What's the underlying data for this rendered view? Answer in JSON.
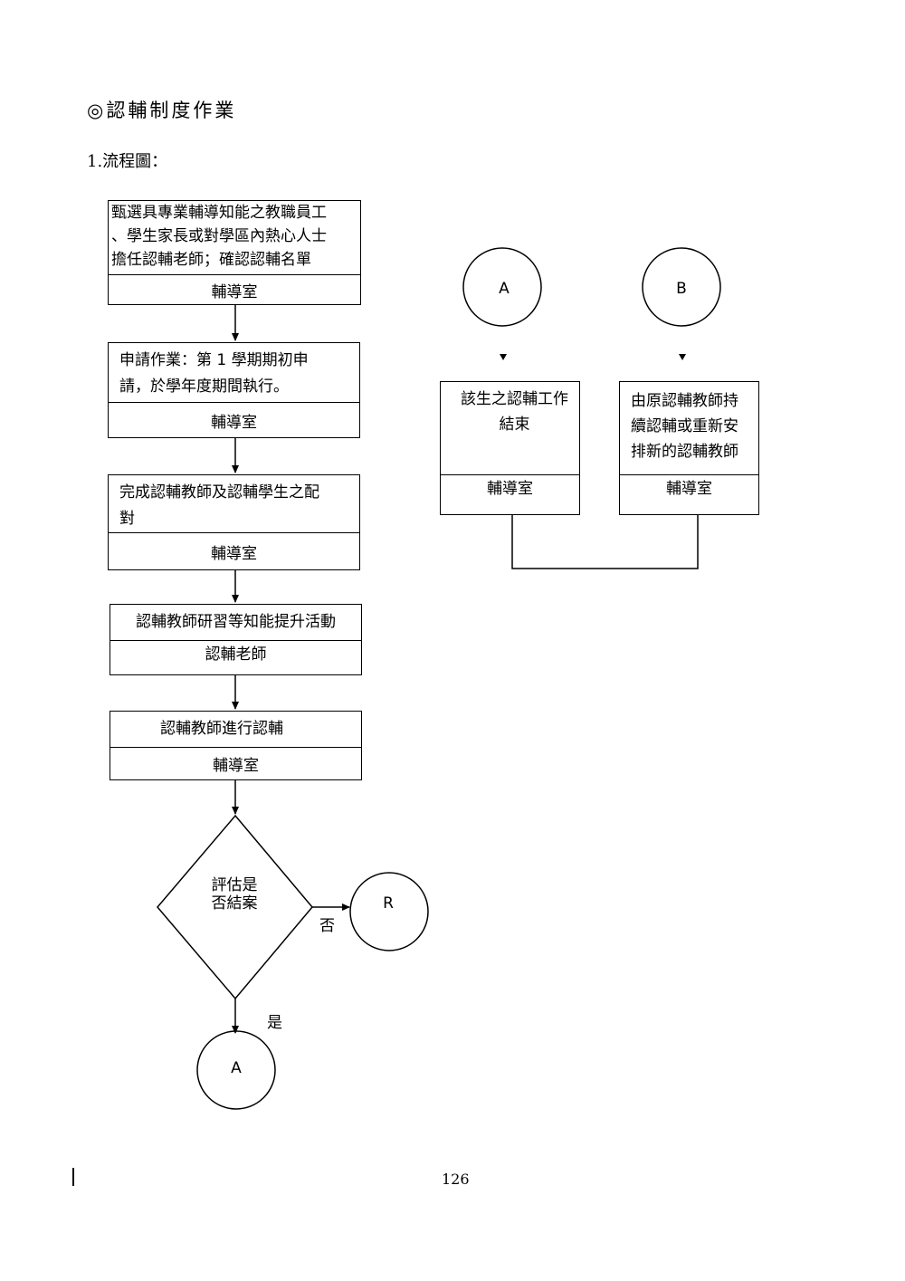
{
  "section": {
    "heading": "◎認輔制度作業",
    "subheading": "1.流程圖："
  },
  "flow": {
    "step1": {
      "lines": [
        "甄選具專業輔導知能之教職員工",
        "、學生家長或對學區內熱心人士",
        "擔任認輔老師；確認認輔名單"
      ],
      "owner": "輔導室"
    },
    "step2": {
      "lines": [
        "申請作業：第 1 學期期初申",
        "請，於學年度期間執行。"
      ],
      "owner": "輔導室"
    },
    "step3": {
      "lines": [
        "完成認輔教師及認輔學生之配",
        "對"
      ],
      "owner": "輔導室"
    },
    "step4": {
      "lines": [
        "認輔教師研習等知能提升活動"
      ],
      "owner": "認輔老師"
    },
    "step5": {
      "lines": [
        "認輔教師進行認輔"
      ],
      "owner": "輔導室"
    },
    "decision": {
      "lines": [
        "評估是",
        "否結案"
      ],
      "yes_label": "是",
      "no_label": "否"
    },
    "connector_a_bottom": "A",
    "connector_b_right": "R",
    "connector_a_top": "A",
    "connector_b_top": "B",
    "end_a": {
      "lines": [
        "該生之認輔工作",
        "結束"
      ],
      "owner": "輔導室"
    },
    "end_b": {
      "lines": [
        "由原認輔教師持",
        "續認輔或重新安",
        "排新的認輔教師"
      ],
      "owner": "輔導室"
    }
  },
  "footer": {
    "page_number": "126"
  }
}
